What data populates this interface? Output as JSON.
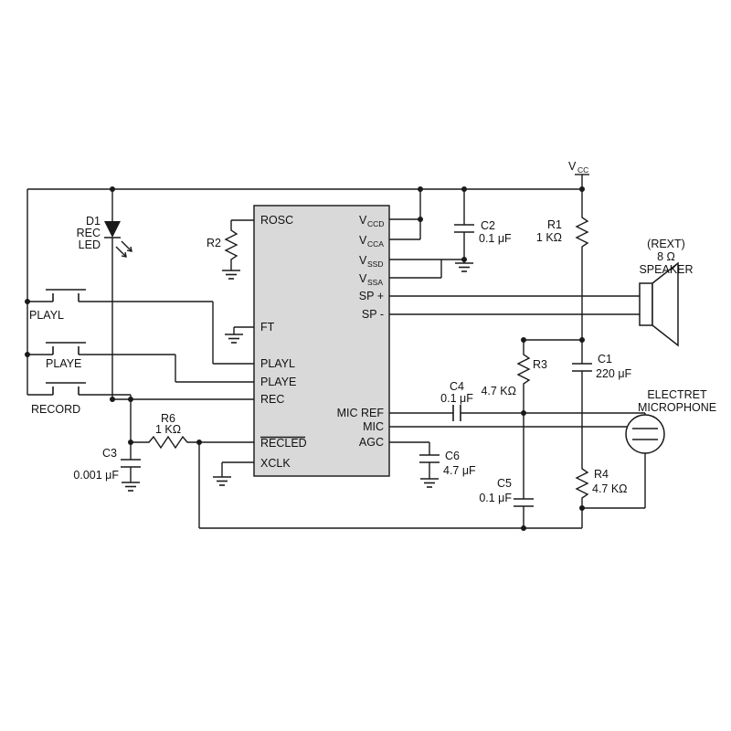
{
  "power": {
    "vcc_main": "V",
    "vcc_sub": "CC"
  },
  "ic": {
    "pins_left": {
      "rosc": "ROSC",
      "ft": "FT",
      "playl": "PLAYL",
      "playe": "PLAYE",
      "rec": "REC",
      "recled": "RECLED",
      "xclk": "XCLK"
    },
    "pins_right": {
      "vccd_main": "V",
      "vccd_sub": "CCD",
      "vcca_main": "V",
      "vcca_sub": "CCA",
      "vssd_main": "V",
      "vssd_sub": "SSD",
      "vssa_main": "V",
      "vssa_sub": "SSA",
      "sp_plus": "SP +",
      "sp_minus": "SP -",
      "mic_ref": "MIC REF",
      "mic": "MIC",
      "agc": "AGC"
    }
  },
  "buttons": {
    "playl": "PLAYL",
    "playe": "PLAYE",
    "record": "RECORD"
  },
  "led": {
    "ref": "D1",
    "line1": "REC",
    "line2": "LED"
  },
  "resistors": {
    "r1": {
      "ref": "R1",
      "value": "1 KΩ"
    },
    "r2": {
      "ref": "R2"
    },
    "r3": {
      "ref": "R3",
      "value": "4.7 KΩ"
    },
    "r4": {
      "ref": "R4",
      "value": "4.7 KΩ"
    },
    "r6": {
      "ref": "R6",
      "value": "1 KΩ"
    }
  },
  "capacitors": {
    "c1": {
      "ref": "C1",
      "value": "220 μF"
    },
    "c2": {
      "ref": "C2",
      "value": "0.1 μF"
    },
    "c3": {
      "ref": "C3",
      "value": "0.001 μF"
    },
    "c4": {
      "ref": "C4",
      "value": "0.1 μF"
    },
    "c5": {
      "ref": "C5",
      "value": "0.1 μF"
    },
    "c6": {
      "ref": "C6",
      "value": "4.7 μF"
    }
  },
  "speaker": {
    "rext": "(REXT)",
    "impedance": "8 Ω",
    "label": "SPEAKER"
  },
  "microphone": {
    "line1": "ELECTRET",
    "line2": "MICROPHONE"
  }
}
